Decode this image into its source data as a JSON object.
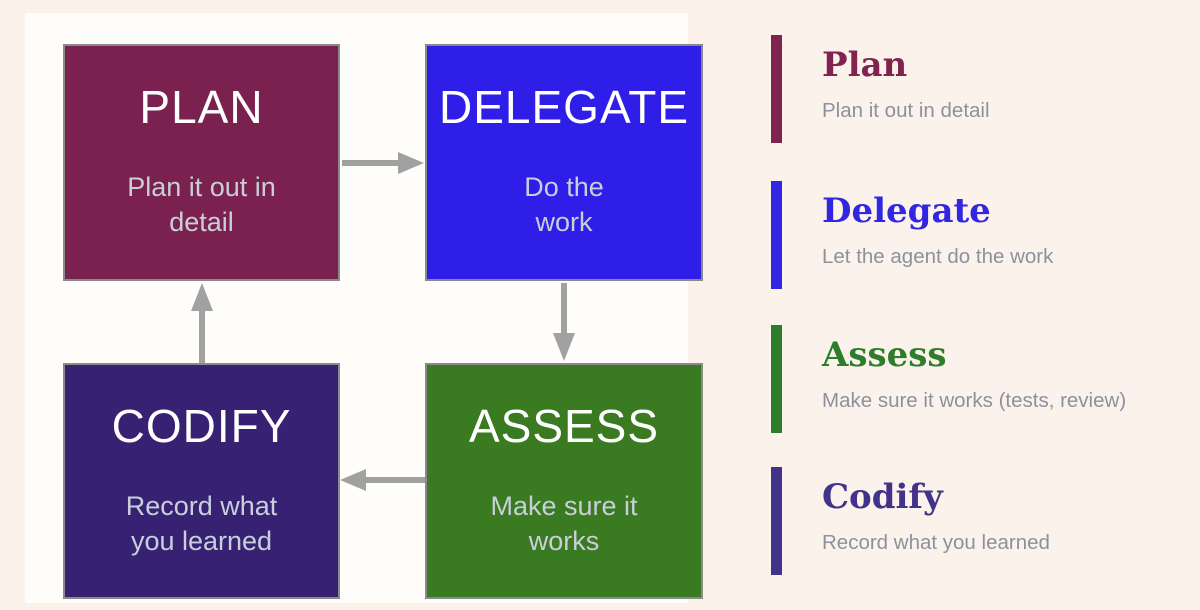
{
  "page": {
    "background_color": "#FBF3EB",
    "panel_background_color": "#FFFDF9"
  },
  "diagram": {
    "border_color": "#8A8A8A",
    "arrow_color": "#A1A1A1",
    "title_text_color": "#FFFFFF",
    "subtitle_text_color": "#C8CFDA",
    "boxes": [
      {
        "id": "plan",
        "title": "PLAN",
        "subtitle": "Plan it out in\ndetail",
        "color": "#7B2150"
      },
      {
        "id": "delegate",
        "title": "DELEGATE",
        "subtitle": "Do the\nwork",
        "color": "#2F1DE8"
      },
      {
        "id": "assess",
        "title": "ASSESS",
        "subtitle": "Make sure it\nworks",
        "color": "#3A7A20"
      },
      {
        "id": "codify",
        "title": "CODIFY",
        "subtitle": "Record what\nyou learned",
        "color": "#372173"
      }
    ],
    "arrows": [
      {
        "from": "plan",
        "to": "delegate",
        "direction": "right"
      },
      {
        "from": "delegate",
        "to": "assess",
        "direction": "down"
      },
      {
        "from": "assess",
        "to": "codify",
        "direction": "left"
      },
      {
        "from": "codify",
        "to": "plan",
        "direction": "up"
      }
    ]
  },
  "legend": {
    "description_color": "#8C919D",
    "items": [
      {
        "title": "Plan",
        "description": "Plan it out in detail",
        "color": "#80234F"
      },
      {
        "title": "Delegate",
        "description": "Let the agent do the work",
        "color": "#3326E2"
      },
      {
        "title": "Assess",
        "description": "Make sure it works (tests, review)",
        "color": "#2E7D2B"
      },
      {
        "title": "Codify",
        "description": "Record what you learned",
        "color": "#42338A"
      }
    ]
  }
}
